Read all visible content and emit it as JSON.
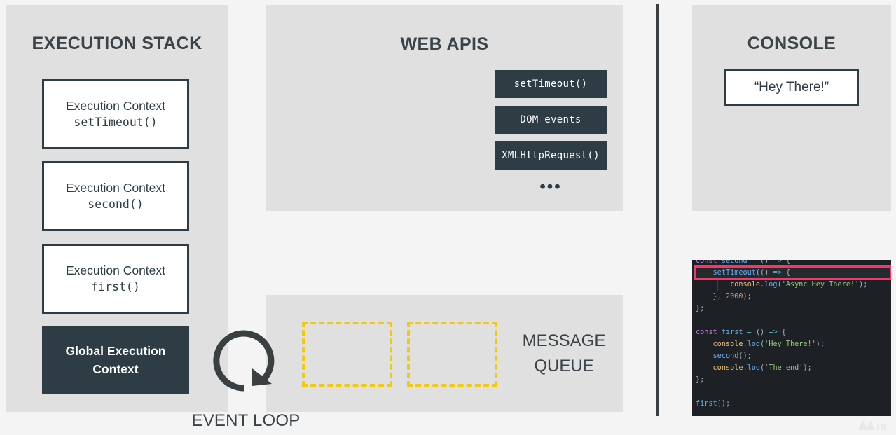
{
  "colors": {
    "page_background": "#f4f4f4",
    "panel_background": "#e0e0e0",
    "dark_navy": "#2e3d45",
    "queue_yellow": "#f2c811",
    "highlight_red": "#f5366a",
    "code_background": "#1d2125",
    "divider": "#3a3f42"
  },
  "execution_stack": {
    "title": "EXECUTION STACK",
    "frames": [
      {
        "label": "Execution Context",
        "fn": "setTimeout()",
        "style": "light"
      },
      {
        "label": "Execution Context",
        "fn": "second()",
        "style": "light"
      },
      {
        "label": "Execution Context",
        "fn": "first()",
        "style": "light"
      }
    ],
    "global_frame": {
      "line1": "Global Execution",
      "line2": "Context",
      "style": "dark"
    }
  },
  "web_apis": {
    "title": "WEB APIS",
    "items": [
      {
        "label": "setTimeout()"
      },
      {
        "label": "DOM events"
      },
      {
        "label": "XMLHttpRequest()"
      }
    ],
    "ellipsis": "•••"
  },
  "message_queue": {
    "label_line1": "MESSAGE",
    "label_line2": "QUEUE",
    "slots": [
      {
        "content": ""
      },
      {
        "content": ""
      }
    ]
  },
  "event_loop": {
    "label": "EVENT LOOP"
  },
  "console": {
    "title": "CONSOLE",
    "output": "“Hey There!”"
  },
  "code": {
    "highlighted_line_index": 1,
    "lines": [
      {
        "indent": 0,
        "text": "const second = () => {"
      },
      {
        "indent": 1,
        "text": "setTimeout(() => {"
      },
      {
        "indent": 2,
        "text": "console.log('Async Hey There!');"
      },
      {
        "indent": 1,
        "text": "}, 2000);"
      },
      {
        "indent": 0,
        "text": "};"
      },
      {
        "indent": 0,
        "text": ""
      },
      {
        "indent": 0,
        "text": "const first = () => {"
      },
      {
        "indent": 1,
        "text": "console.log('Hey There!');"
      },
      {
        "indent": 1,
        "text": "second();"
      },
      {
        "indent": 1,
        "text": "console.log('The end');"
      },
      {
        "indent": 0,
        "text": "};"
      },
      {
        "indent": 0,
        "text": ""
      },
      {
        "indent": 0,
        "text": "first();"
      }
    ]
  }
}
